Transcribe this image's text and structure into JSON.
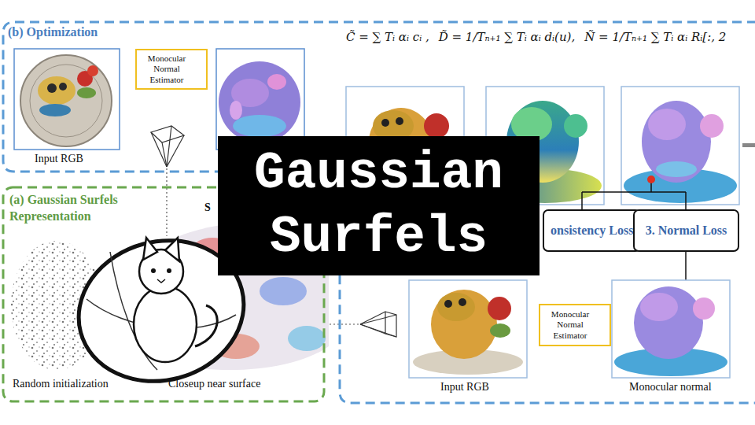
{
  "diagram": {
    "title": "Gaussian Surfels",
    "nodes": [
      {
        "text": [
          "(b) Optimization"
        ]
      },
      {
        "text": [
          "Monocular Normal Estimator"
        ],
        "in": 0
      },
      {
        "text": [
          "onsistency Loss"
        ],
        "in": 0
      },
      {
        "text": [
          "3. Normal Loss"
        ],
        "in": 0
      },
      {
        "text": [
          "Monocular Normal Estimator"
        ],
        "in": 0
      },
      {
        "text": [
          "(a) Gaussian Surfels Representation"
        ]
      }
    ],
    "labels": [
      "C̃ = ∑ Tᵢ αᵢ cᵢ ,",
      "D̃ = 1/Tₙ₊₁ ∑ Tᵢ αᵢ dᵢ(u),",
      "Ñ = 1/Tₙ₊₁ ∑ Tᵢ αᵢ Rᵢ[:, 2",
      "Input RGB",
      "S",
      "Random initialization",
      "Closeup near surface",
      "Input RGB",
      "Monocular normal"
    ]
  }
}
